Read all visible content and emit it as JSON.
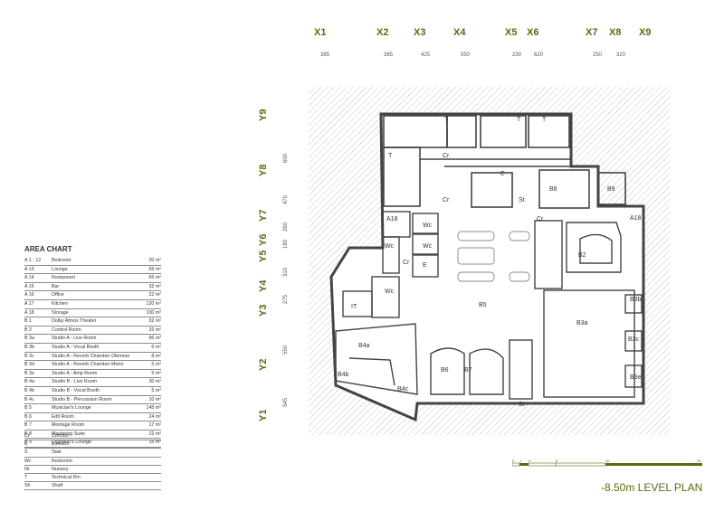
{
  "columns": [
    {
      "id": "X1",
      "dim": "385"
    },
    {
      "id": "X2",
      "dim": "385"
    },
    {
      "id": "X3",
      "dim": "425"
    },
    {
      "id": "X4",
      "dim": "550"
    },
    {
      "id": "X5",
      "dim": "230"
    },
    {
      "id": "X6",
      "dim": "620"
    },
    {
      "id": "X7",
      "dim": "250"
    },
    {
      "id": "X8",
      "dim": "320"
    },
    {
      "id": "X9",
      "dim": ""
    }
  ],
  "rows": [
    {
      "id": "Y9",
      "dim": ""
    },
    {
      "id": "Y8",
      "dim": "600"
    },
    {
      "id": "Y7",
      "dim": "470"
    },
    {
      "id": "Y6",
      "dim": "260"
    },
    {
      "id": "Y5",
      "dim": "180"
    },
    {
      "id": "Y4",
      "dim": "310"
    },
    {
      "id": "Y3",
      "dim": "275"
    },
    {
      "id": "Y2",
      "dim": "550"
    },
    {
      "id": "Y1",
      "dim": "545"
    }
  ],
  "area_chart": {
    "title": "AREA CHART",
    "items": [
      {
        "code": "A 1 - 12",
        "name": "Bedroom",
        "area": "20 m²"
      },
      {
        "code": "A 13",
        "name": "Lounge",
        "area": "65 m²"
      },
      {
        "code": "A 14",
        "name": "Restaurant",
        "area": "65 m²"
      },
      {
        "code": "A 15",
        "name": "Bar",
        "area": "32 m²"
      },
      {
        "code": "A 16",
        "name": "Office",
        "area": "22 m²"
      },
      {
        "code": "A 17",
        "name": "Kitchen",
        "area": "120 m²"
      },
      {
        "code": "A 18",
        "name": "Storage",
        "area": "100 m²"
      },
      {
        "code": "B 1",
        "name": "Dolby Atmos Theater",
        "area": "32 m²"
      },
      {
        "code": "B 2",
        "name": "Control Room",
        "area": "32 m²"
      },
      {
        "code": "B 3a",
        "name": "Studio A - Live Room",
        "area": "96 m²"
      },
      {
        "code": "B 3b",
        "name": "Studio A - Vocal Booth",
        "area": "6 m²"
      },
      {
        "code": "B 3c",
        "name": "Studio A - Reverb Chamber Ottoman",
        "area": "8 m²"
      },
      {
        "code": "B 3d",
        "name": "Studio A - Reverb Chamber Metro",
        "area": "5 m²"
      },
      {
        "code": "B 3e",
        "name": "Studio A - Amp Room",
        "area": "5 m²"
      },
      {
        "code": "B 4a",
        "name": "Studio B - Live Room",
        "area": "30 m²"
      },
      {
        "code": "B 4b",
        "name": "Studio B - Vocal Booth",
        "area": "5 m²"
      },
      {
        "code": "B 4c",
        "name": "Studio B - Percussion Room",
        "area": "10 m²"
      },
      {
        "code": "B 5",
        "name": "Musician's Lounge",
        "area": "145 m²"
      },
      {
        "code": "B 6",
        "name": "Edit Room",
        "area": "24 m²"
      },
      {
        "code": "B 7",
        "name": "Montage Room",
        "area": "17 m²"
      },
      {
        "code": "B 8",
        "name": "Mastering Suite",
        "area": "22 m²"
      },
      {
        "code": "B 9",
        "name": "Engineer's Lounge",
        "area": "15 m²"
      }
    ]
  },
  "legend": [
    {
      "code": "Cr",
      "name": "Corridor"
    },
    {
      "code": "E",
      "name": "Elevator"
    },
    {
      "code": "S",
      "name": "Stair"
    },
    {
      "code": "Wc",
      "name": "Restroom"
    },
    {
      "code": "Nr",
      "name": "Nursery"
    },
    {
      "code": "T",
      "name": "Technical Rm"
    },
    {
      "code": "Sh",
      "name": "Shaft"
    }
  ],
  "rooms": [
    {
      "label": "T"
    },
    {
      "label": "T"
    },
    {
      "label": "T"
    },
    {
      "label": "T"
    },
    {
      "label": "Cr"
    },
    {
      "label": "E"
    },
    {
      "label": "St"
    },
    {
      "label": "Cr"
    },
    {
      "label": "B8"
    },
    {
      "label": "B9"
    },
    {
      "label": "A18"
    },
    {
      "label": "Cr"
    },
    {
      "label": "A18"
    },
    {
      "label": "Wc"
    },
    {
      "label": "Wc"
    },
    {
      "label": "Wc"
    },
    {
      "label": "E"
    },
    {
      "label": "Cr"
    },
    {
      "label": "Wc"
    },
    {
      "label": "IT"
    },
    {
      "label": "B2"
    },
    {
      "label": "B3b"
    },
    {
      "label": "B5"
    },
    {
      "label": "B3a"
    },
    {
      "label": "B3c"
    },
    {
      "label": "B4a"
    },
    {
      "label": "B4b"
    },
    {
      "label": "B4c"
    },
    {
      "label": "B6"
    },
    {
      "label": "B7"
    },
    {
      "label": "St"
    },
    {
      "label": "B3e"
    }
  ],
  "scale": {
    "ticks": [
      "0",
      "1",
      "2",
      "5",
      "10",
      "20"
    ]
  },
  "level_title": "-8.50m LEVEL PLAN",
  "colors": {
    "accent": "#5a6b12",
    "wall": "#444444",
    "hatch": "#9a9a9a"
  }
}
